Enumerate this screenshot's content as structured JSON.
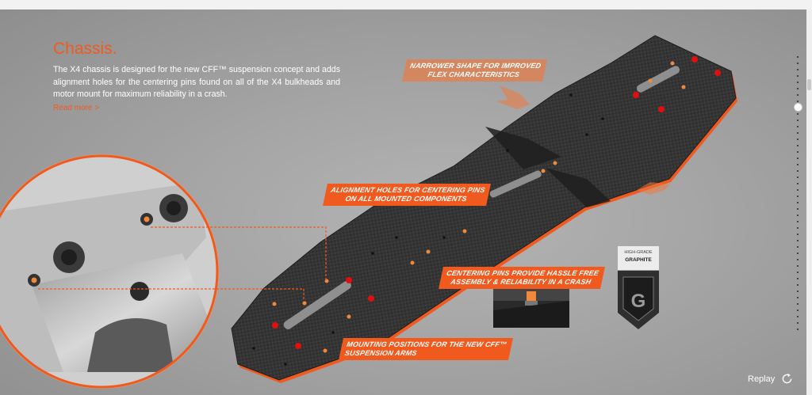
{
  "header": {
    "title": "Chassis.",
    "description": "The X4 chassis is designed for the new CFF™ suspension concept and adds alignment holes for the centering pins found on all of the X4 bulkheads and motor mount for maximum reliability in a crash.",
    "read_more": "Read more >"
  },
  "callouts": {
    "narrower": [
      "NARROWER SHAPE FOR IMPROVED",
      "FLEX CHARACTERISTICS"
    ],
    "alignment": [
      "ALIGNMENT HOLES FOR CENTERING PINS",
      "ON ALL MOUNTED COMPONENTS"
    ],
    "centering": [
      "CENTERING PINS PROVIDE HASSLE FREE",
      "ASSEMBLY & RELIABILITY IN A CRASH"
    ],
    "mounting": [
      "MOUNTING POSITIONS FOR THE NEW CFF™",
      "SUSPENSION ARMS"
    ]
  },
  "badge": {
    "line1": "HIGH-GRADE",
    "line2": "GRAPHITE"
  },
  "controls": {
    "replay": "Replay"
  },
  "colors": {
    "accent": "#f05a1e",
    "carbon": "#2b2b2b",
    "background": "#a8a8a8"
  },
  "icons": {
    "replay": "replay-icon",
    "badge": "graphite-shield-icon"
  }
}
